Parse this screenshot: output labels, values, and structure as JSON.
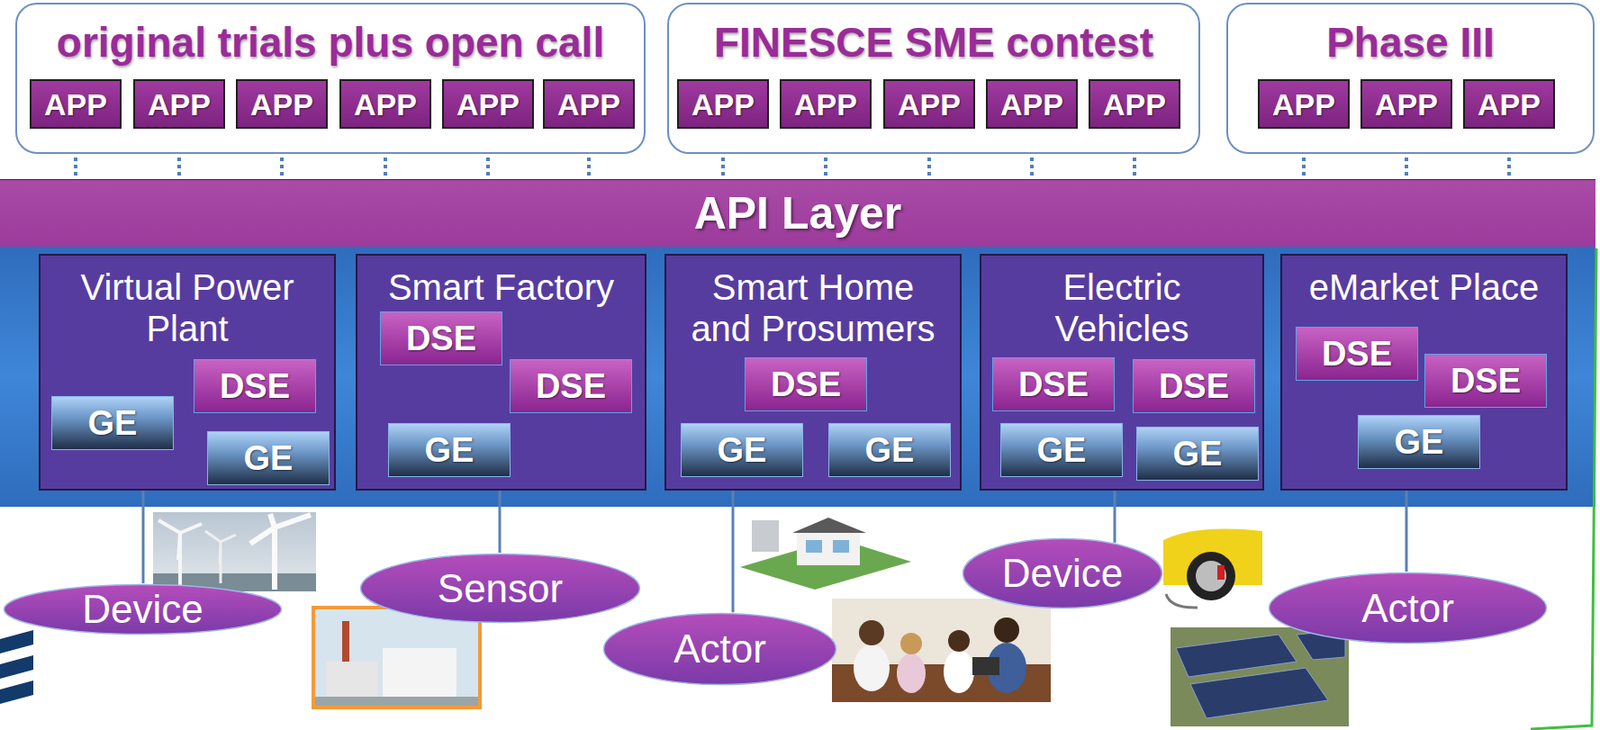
{
  "diagram": {
    "nodes": [
      {
        "text": [
          "original trials plus open call"
        ]
      },
      {
        "text": [
          "APP"
        ],
        "in": 0
      },
      {
        "text": [
          "APP"
        ],
        "in": 0
      },
      {
        "text": [
          "APP"
        ],
        "in": 0
      },
      {
        "text": [
          "APP"
        ],
        "in": 0
      },
      {
        "text": [
          "APP"
        ],
        "in": 0
      },
      {
        "text": [
          "APP"
        ],
        "in": 0
      },
      {
        "text": [
          "FINESCE SME contest"
        ]
      },
      {
        "text": [
          "APP"
        ],
        "in": 7
      },
      {
        "text": [
          "APP"
        ],
        "in": 7
      },
      {
        "text": [
          "APP"
        ],
        "in": 7
      },
      {
        "text": [
          "APP"
        ],
        "in": 7
      },
      {
        "text": [
          "APP"
        ],
        "in": 7
      },
      {
        "text": [
          "Phase III"
        ]
      },
      {
        "text": [
          "APP"
        ],
        "in": 13
      },
      {
        "text": [
          "APP"
        ],
        "in": 13
      },
      {
        "text": [
          "APP"
        ],
        "in": 13
      },
      {
        "text": [
          "API Layer"
        ]
      },
      {
        "text": [
          "Virtual Power Plant"
        ]
      },
      {
        "text": [
          "DSE"
        ],
        "in": 18
      },
      {
        "text": [
          "GE"
        ],
        "in": 18
      },
      {
        "text": [
          "GE"
        ],
        "in": 18
      },
      {
        "text": [
          "Smart Factory"
        ]
      },
      {
        "text": [
          "DSE"
        ],
        "in": 22
      },
      {
        "text": [
          "DSE"
        ],
        "in": 22
      },
      {
        "text": [
          "GE"
        ],
        "in": 22
      },
      {
        "text": [
          "Smart Home and Prosumers"
        ]
      },
      {
        "text": [
          "DSE"
        ],
        "in": 26
      },
      {
        "text": [
          "GE"
        ],
        "in": 26
      },
      {
        "text": [
          "GE"
        ],
        "in": 26
      },
      {
        "text": [
          "Electric Vehicles"
        ]
      },
      {
        "text": [
          "DSE"
        ],
        "in": 30
      },
      {
        "text": [
          "DSE"
        ],
        "in": 30
      },
      {
        "text": [
          "GE"
        ],
        "in": 30
      },
      {
        "text": [
          "GE"
        ],
        "in": 30
      },
      {
        "text": [
          "eMarket Place"
        ]
      },
      {
        "text": [
          "DSE"
        ],
        "in": 35
      },
      {
        "text": [
          "DSE"
        ],
        "in": 35
      },
      {
        "text": [
          "GE"
        ],
        "in": 35
      },
      {
        "text": [
          "Device"
        ]
      },
      {
        "text": [
          "Sensor"
        ]
      },
      {
        "text": [
          "Actor"
        ]
      },
      {
        "text": [
          "Device"
        ]
      },
      {
        "text": [
          "Actor"
        ]
      }
    ],
    "edges": [
      {
        "from": 1,
        "to": 17,
        "arrow": "none"
      },
      {
        "from": 2,
        "to": 17,
        "arrow": "none"
      },
      {
        "from": 3,
        "to": 17,
        "arrow": "none"
      },
      {
        "from": 4,
        "to": 17,
        "arrow": "none"
      },
      {
        "from": 5,
        "to": 17,
        "arrow": "none"
      },
      {
        "from": 6,
        "to": 17,
        "arrow": "none"
      },
      {
        "from": 8,
        "to": 17,
        "arrow": "none"
      },
      {
        "from": 9,
        "to": 17,
        "arrow": "none"
      },
      {
        "from": 10,
        "to": 17,
        "arrow": "none"
      },
      {
        "from": 11,
        "to": 17,
        "arrow": "none"
      },
      {
        "from": 12,
        "to": 17,
        "arrow": "none"
      },
      {
        "from": 14,
        "to": 17,
        "arrow": "none"
      },
      {
        "from": 15,
        "to": 17,
        "arrow": "none"
      },
      {
        "from": 16,
        "to": 17,
        "arrow": "none"
      },
      {
        "from": 18,
        "to": 39,
        "arrow": "none"
      },
      {
        "from": 22,
        "to": 40,
        "arrow": "none"
      },
      {
        "from": 26,
        "to": 41,
        "arrow": "none"
      },
      {
        "from": 30,
        "to": 42,
        "arrow": "none"
      },
      {
        "from": 35,
        "to": 43,
        "arrow": "none"
      }
    ]
  }
}
